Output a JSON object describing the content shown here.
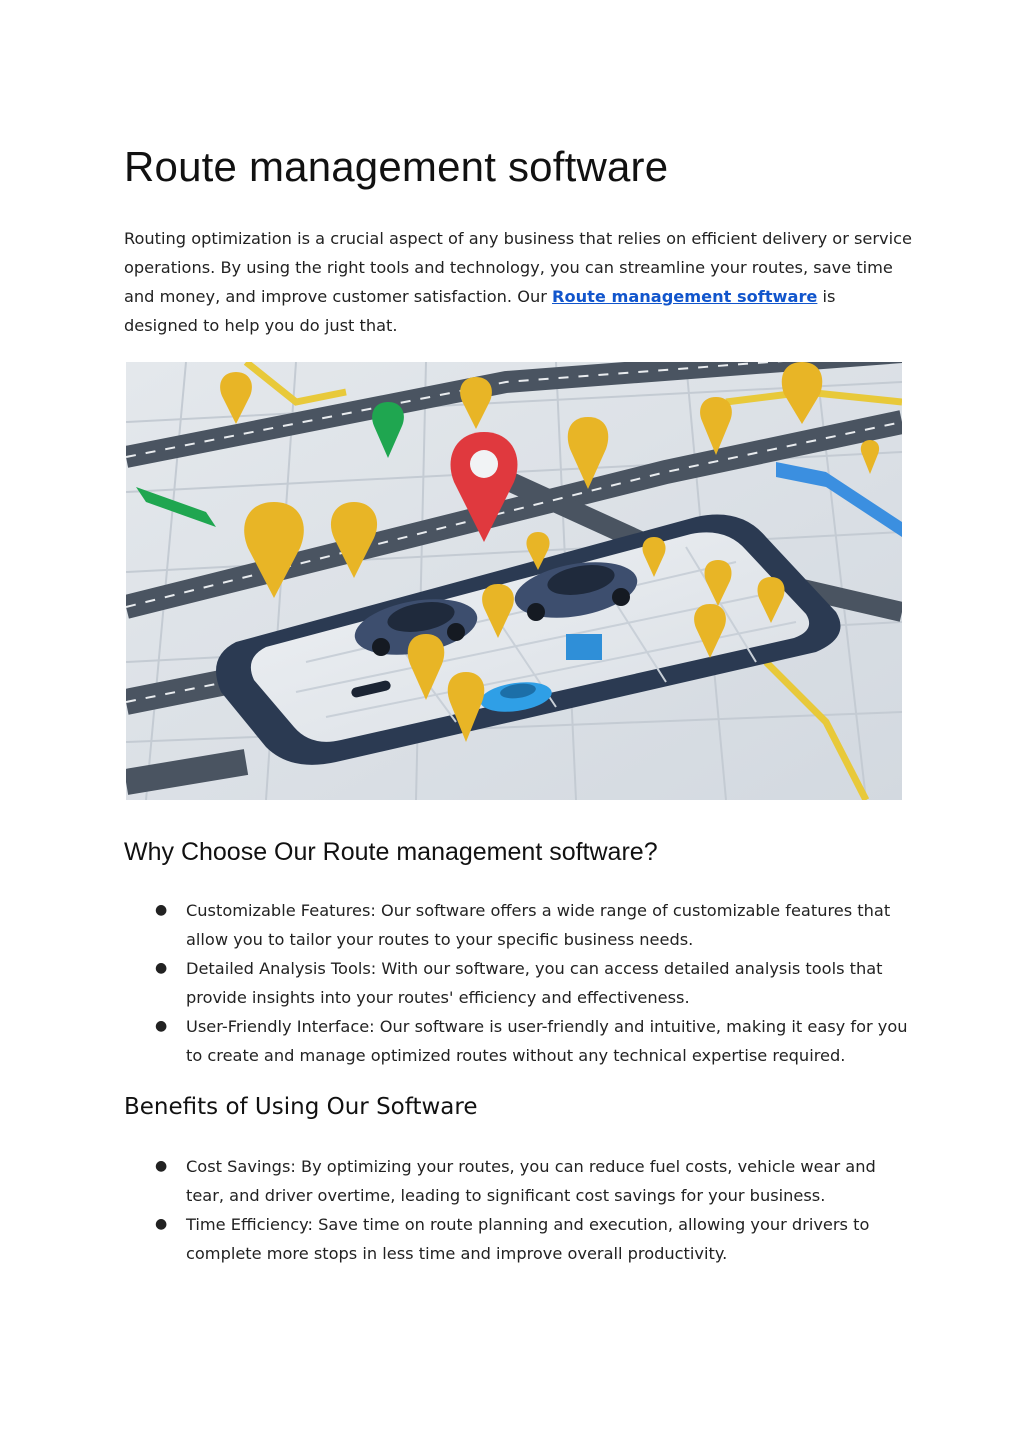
{
  "title": "Route management software",
  "intro": {
    "text_before": "Routing optimization is a crucial aspect of any business that relies on efficient delivery or service operations. By using the right tools and technology, you can streamline your routes, save time and money, and improve customer satisfaction. Our ",
    "link_text": "Route management software",
    "text_after": " is designed to help you do just that."
  },
  "hero_image": {
    "icon": "map-with-phone-and-pins",
    "colors": {
      "road": "#4a5461",
      "pin_yellow": "#e8b526",
      "pin_red": "#e0393e",
      "pin_green": "#1fa650",
      "phone": "#2b3a52"
    }
  },
  "why": {
    "heading": "Why Choose Our Route management software?",
    "bullet_glyph": "●",
    "items": [
      {
        "text": "Customizable Features: Our software offers a wide range of customizable features that allow you to tailor your routes to your specific business needs."
      },
      {
        "text": "Detailed Analysis Tools: With our software, you can access detailed analysis tools that provide insights into your routes' efficiency and effectiveness."
      },
      {
        "text": "User-Friendly Interface: Our software is user-friendly and intuitive, making it easy for you to create and manage optimized routes without any technical expertise required."
      }
    ]
  },
  "benefits": {
    "heading": "Benefits of Using Our Software",
    "items": [
      {
        "text": "Cost Savings: By optimizing your routes, you can reduce fuel costs, vehicle wear and tear, and driver overtime, leading to significant cost savings for your business."
      },
      {
        "text": "Time Efficiency: Save time on route planning and execution, allowing your drivers to complete more stops in less time and improve overall productivity."
      }
    ]
  }
}
